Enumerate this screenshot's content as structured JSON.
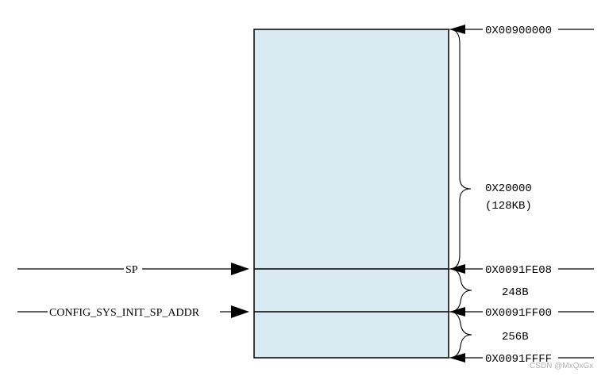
{
  "addresses": {
    "top": "0X00900000",
    "sp": "0X0091FE08",
    "init_sp": "0X0091FF00",
    "bottom": "0X0091FFFF"
  },
  "sizes": {
    "main_hex": "0X20000",
    "main_kb": "(128KB)",
    "gap1": "248B",
    "gap2": "256B"
  },
  "pointers": {
    "sp": "SP",
    "init_sp": "CONFIG_SYS_INIT_SP_ADDR"
  },
  "watermark": "CSDN @MxQxGx",
  "colors": {
    "memory_fill": "#daeaf2",
    "line": "#000000"
  }
}
